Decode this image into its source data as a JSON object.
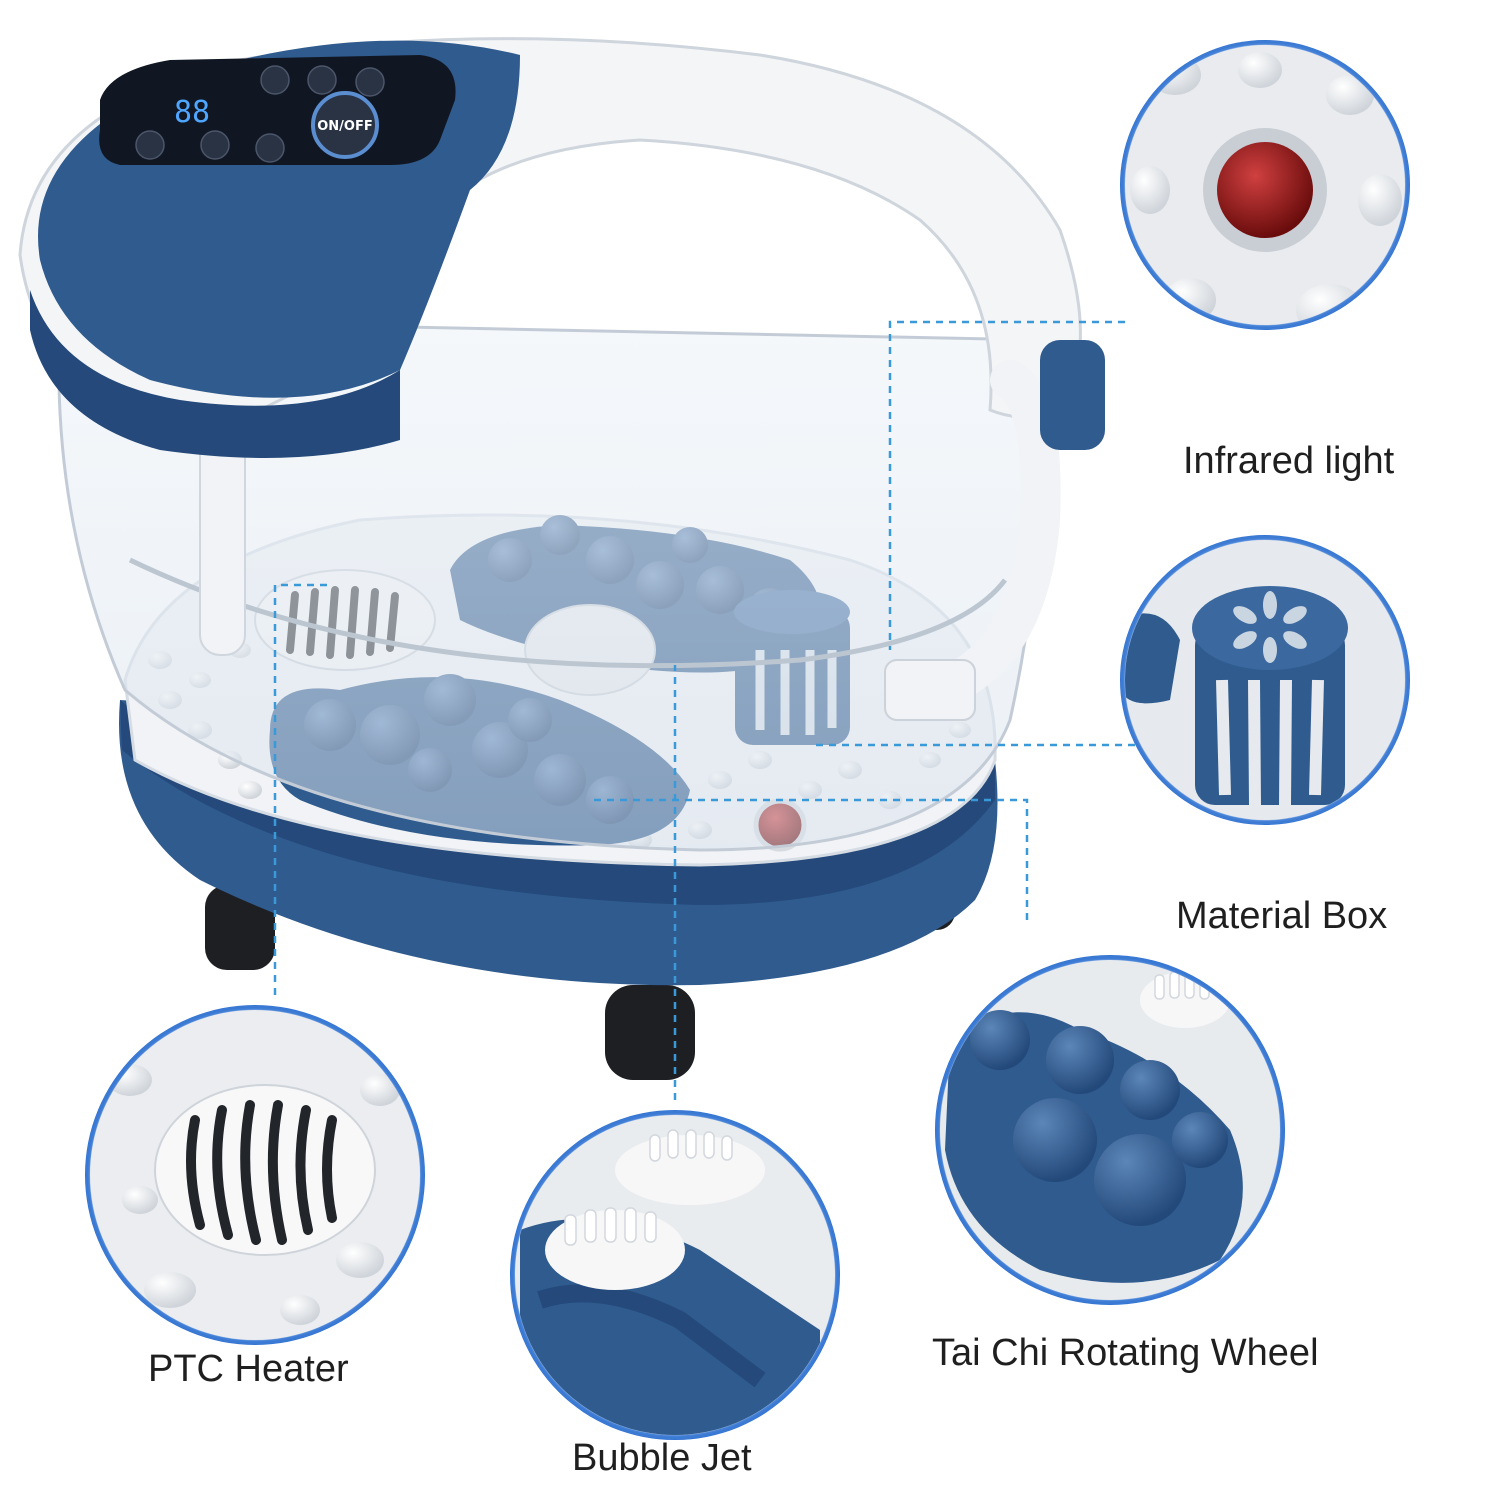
{
  "product": {
    "display_digits": "88",
    "power_button": "ON/OFF"
  },
  "callouts": [
    {
      "id": "infrared",
      "label": "Infrared light"
    },
    {
      "id": "material",
      "label": "Material Box"
    },
    {
      "id": "ptc",
      "label": "PTC Heater"
    },
    {
      "id": "bubble",
      "label": "Bubble Jet"
    },
    {
      "id": "taichi",
      "label": "Tai Chi Rotating Wheel"
    }
  ],
  "colors": {
    "navy": "#2f5b8e",
    "navy_dark": "#1f4475",
    "white_plastic": "#f4f5f7",
    "infrared_red": "#8e1414",
    "leader_line": "#3a9ad9",
    "ring": "#2b6fd0",
    "panel": "#111722"
  }
}
